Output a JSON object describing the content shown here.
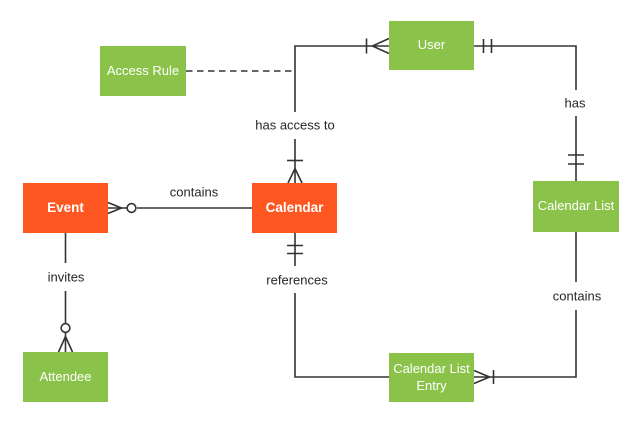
{
  "diagram": {
    "type": "entity-relationship",
    "background_color": "#ffffff",
    "colors": {
      "entity_primary_fill": "#FF5722",
      "entity_secondary_fill": "#8BC34A",
      "entity_text": "#ffffff",
      "line": "#333333",
      "edge_label_text": "#262626"
    },
    "entities": [
      {
        "id": "event",
        "label": "Event",
        "variant": "primary"
      },
      {
        "id": "calendar",
        "label": "Calendar",
        "variant": "primary"
      },
      {
        "id": "access_rule",
        "label": "Access Rule",
        "variant": "secondary"
      },
      {
        "id": "user",
        "label": "User",
        "variant": "secondary"
      },
      {
        "id": "calendar_list",
        "label": "Calendar List",
        "variant": "secondary"
      },
      {
        "id": "calendar_list_entry",
        "label": "Calendar List Entry",
        "variant": "secondary"
      },
      {
        "id": "attendee",
        "label": "Attendee",
        "variant": "secondary"
      }
    ],
    "relationships": [
      {
        "label": "contains",
        "entity_a": "Event",
        "entity_b": "Calendar",
        "marker_at_a": "zero-or-many",
        "marker_at_b": "none",
        "style": "solid"
      },
      {
        "label": "has access to",
        "entity_a": "Calendar",
        "entity_b": "User",
        "marker_at_a": "one-or-many",
        "marker_at_b": "one-or-many",
        "style": "solid"
      },
      {
        "label": "has",
        "entity_a": "User",
        "entity_b": "Calendar List",
        "marker_at_a": "one-and-only-one",
        "marker_at_b": "one-and-only-one",
        "style": "solid"
      },
      {
        "label": "contains",
        "entity_a": "Calendar List",
        "entity_b": "Calendar List Entry",
        "marker_at_a": "none",
        "marker_at_b": "one-or-many",
        "style": "solid"
      },
      {
        "label": "references",
        "entity_a": "Calendar",
        "entity_b": "Calendar List Entry",
        "marker_at_a": "one-and-only-one",
        "marker_at_b": "none",
        "style": "solid"
      },
      {
        "label": "invites",
        "entity_a": "Event",
        "entity_b": "Attendee",
        "marker_at_a": "none",
        "marker_at_b": "zero-or-many",
        "style": "solid"
      },
      {
        "label": "",
        "entity_a": "Access Rule",
        "entity_b": "has access to (relationship line)",
        "marker_at_a": "none",
        "marker_at_b": "none",
        "style": "dashed"
      }
    ]
  }
}
